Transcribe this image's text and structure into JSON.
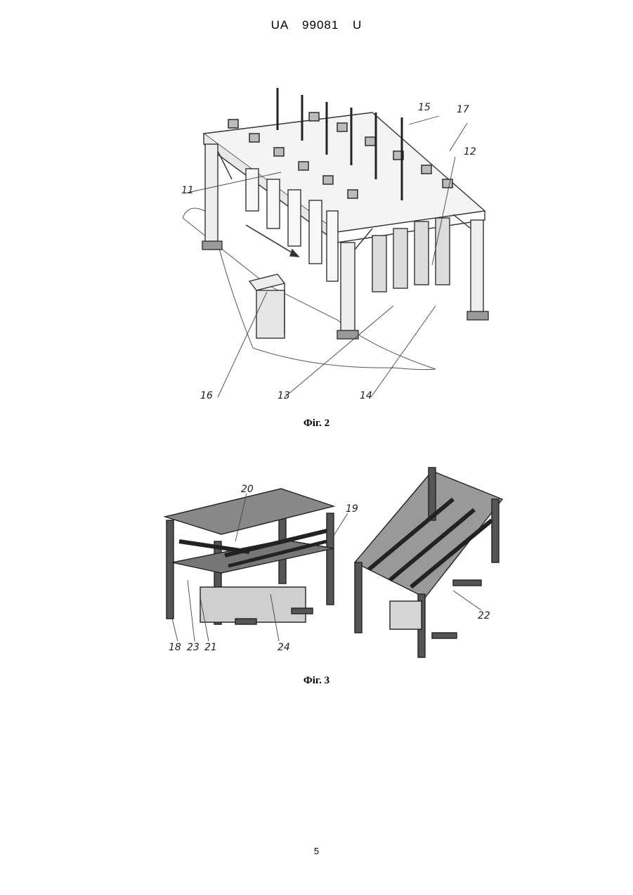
{
  "header": {
    "doc_number": "UA   99081   U"
  },
  "figure2": {
    "caption": "Фіг. 2",
    "labels": {
      "l11": "11",
      "l12": "12",
      "l13": "13",
      "l14": "14",
      "l15": "15",
      "l16": "16",
      "l17": "17"
    }
  },
  "figure3": {
    "caption": "Фіг. 3",
    "labels": {
      "l18": "18",
      "l19": "19",
      "l20": "20",
      "l21": "21",
      "l22": "22",
      "l23": "23",
      "l24": "24"
    }
  },
  "footer": {
    "page_number": "5"
  }
}
